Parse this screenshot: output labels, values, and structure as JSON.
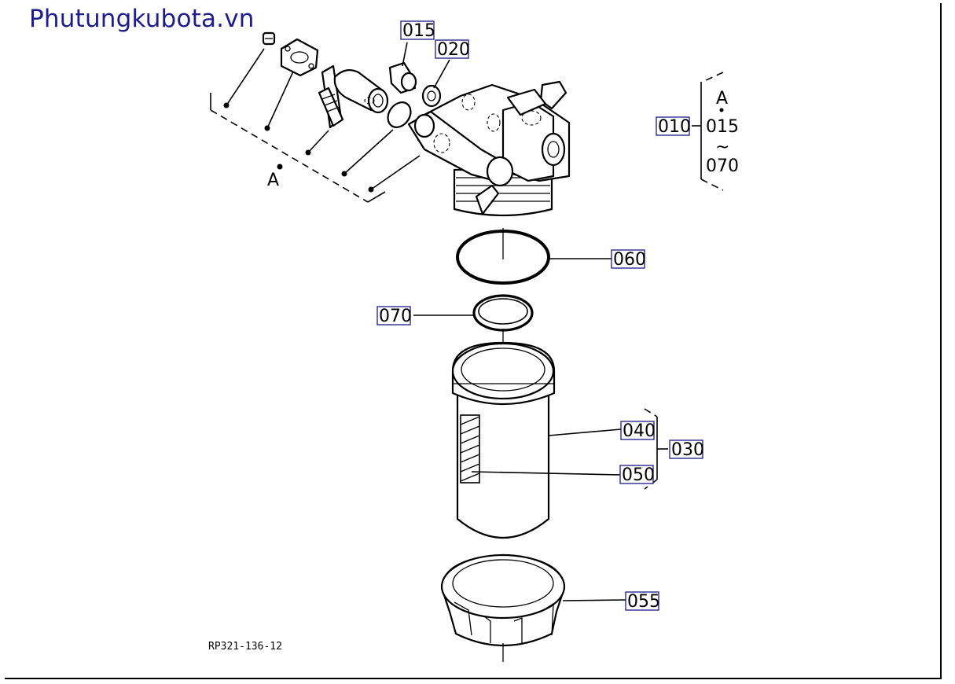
{
  "site_title": "Phutungkubota.vn",
  "drawing_ref": "RP321-136-12",
  "group_label": "A",
  "bracket_group_010": {
    "top": "A",
    "middle": "015",
    "tilde": "~",
    "bottom": "070"
  },
  "callouts": {
    "c010": "010",
    "c015": "015",
    "c020": "020",
    "c030": "030",
    "c040": "040",
    "c050": "050",
    "c055": "055",
    "c060": "060",
    "c070": "070"
  },
  "colors": {
    "site_title": "#1c1c8a",
    "callout_border": "#1a1a8c",
    "line": "#000000"
  }
}
